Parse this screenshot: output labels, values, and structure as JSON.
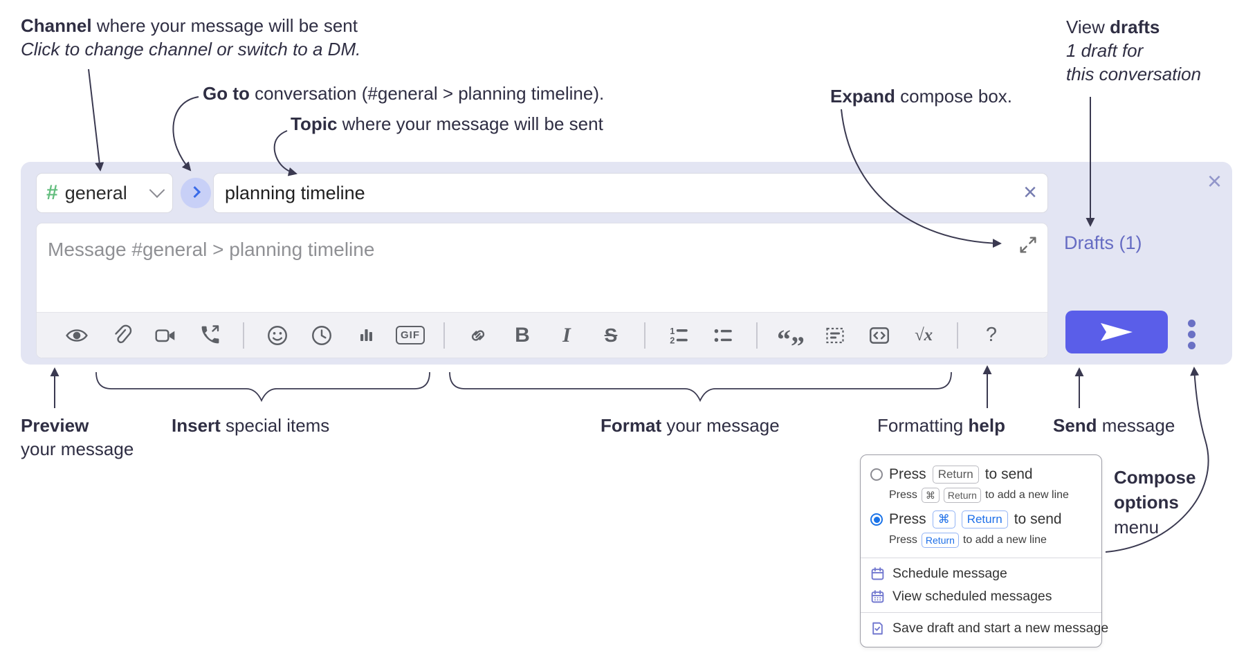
{
  "annotations": {
    "channel_line1_bold": "Channel",
    "channel_line1_rest": " where your message will be sent",
    "channel_line2": "Click to change channel or switch to a DM.",
    "goto_bold": "Go to",
    "goto_rest": " conversation (#general > planning timeline).",
    "topic_bold": "Topic",
    "topic_rest": " where your message will be sent",
    "expand_bold": "Expand",
    "expand_rest": " compose box.",
    "drafts_line1_pre": "View ",
    "drafts_line1_bold": "drafts",
    "drafts_line2": "1 draft for",
    "drafts_line3": "this conversation",
    "preview_bold": "Preview",
    "preview_line2": "your message",
    "insert_bold": "Insert",
    "insert_rest": " special items",
    "format_bold": "Format",
    "format_rest": " your message",
    "help_pre": "Formatting ",
    "help_bold": "help",
    "send_bold": "Send",
    "send_rest": " message",
    "compose_options_bold1": "Compose",
    "compose_options_bold2": "options",
    "compose_options_line3": "menu"
  },
  "compose": {
    "channel": {
      "hash": "#",
      "name": "general"
    },
    "topic_value": "planning timeline",
    "message_placeholder": "Message #general > planning timeline",
    "drafts_link": "Drafts (1)",
    "toolbar": {
      "gif": "GIF",
      "bold": "B",
      "italic": "I",
      "strike": "S",
      "quote_open": "“",
      "quote_close": "”",
      "math": "√x",
      "help": "?"
    }
  },
  "popup": {
    "press": "Press",
    "return_key": "Return",
    "cmd_key": "⌘",
    "to_send": "to send",
    "to_add_new_line": "to add a new line",
    "items": [
      {
        "label": "Schedule message"
      },
      {
        "label": "View scheduled messages"
      },
      {
        "label": "Save draft and start a new message"
      }
    ]
  },
  "colors": {
    "accent_blue": "#5a5ee9",
    "lavender": "#e3e5f3",
    "link_purple": "#666cc3",
    "kbd_blue": "#1e6fe8",
    "hash_green": "#63bd7e",
    "arrow": "#3a3950"
  }
}
